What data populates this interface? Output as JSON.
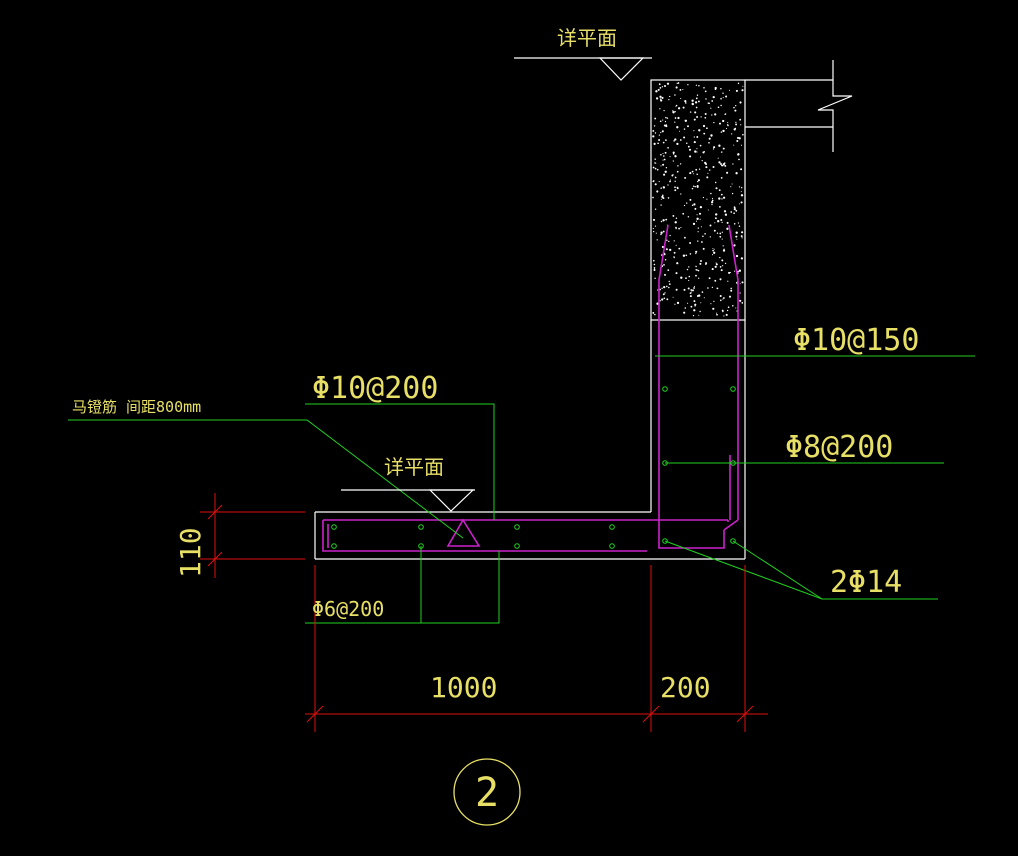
{
  "labels": {
    "level_top": "详平面",
    "level_slab": "详平面",
    "wall_horizontal_bar": "Φ10@150",
    "wall_vertical_bar": "Φ8@200",
    "slab_top_bar": "Φ10@200",
    "chair_bar": "马镫筋 间距800mm",
    "slab_bottom_bar": "Φ6@200",
    "corner_bars": "2Φ14",
    "dim_slab_thickness": "110",
    "dim_slab_width": "1000",
    "dim_wall_width": "200",
    "section_number": "2"
  },
  "colors": {
    "background": "#000000",
    "text": "#e8e066",
    "outline": "#ffffff",
    "leader": "#1fd11f",
    "rebar": "#cc22cc",
    "dimension": "#e01010"
  }
}
